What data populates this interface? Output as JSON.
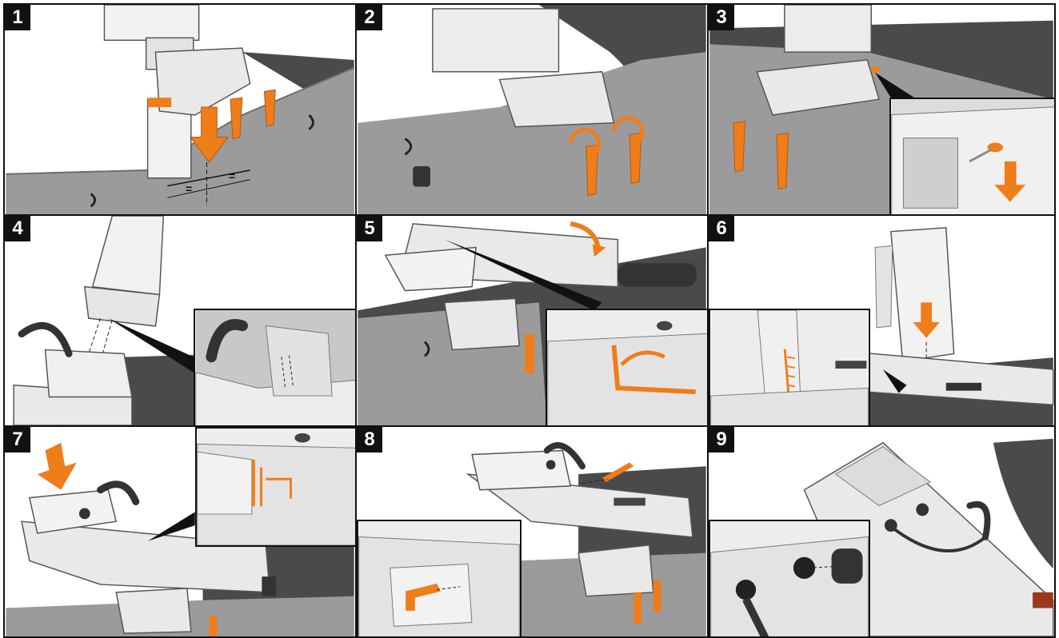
{
  "steps": [
    {
      "number": "1",
      "label": "Step 1"
    },
    {
      "number": "2",
      "label": "Step 2"
    },
    {
      "number": "3",
      "label": "Step 3"
    },
    {
      "number": "4",
      "label": "Step 4"
    },
    {
      "number": "5",
      "label": "Step 5"
    },
    {
      "number": "6",
      "label": "Step 6"
    },
    {
      "number": "7",
      "label": "Step 7"
    },
    {
      "number": "8",
      "label": "Step 8"
    },
    {
      "number": "9",
      "label": "Step 9"
    }
  ],
  "measure_marks": [
    "=",
    "="
  ],
  "colors": {
    "accent_orange": "#ef7d1a",
    "machine_grey": "#9b9b9b",
    "dark_grey": "#4a4a4a",
    "light_body": "#e9e9e9",
    "frame_black": "#111111"
  }
}
